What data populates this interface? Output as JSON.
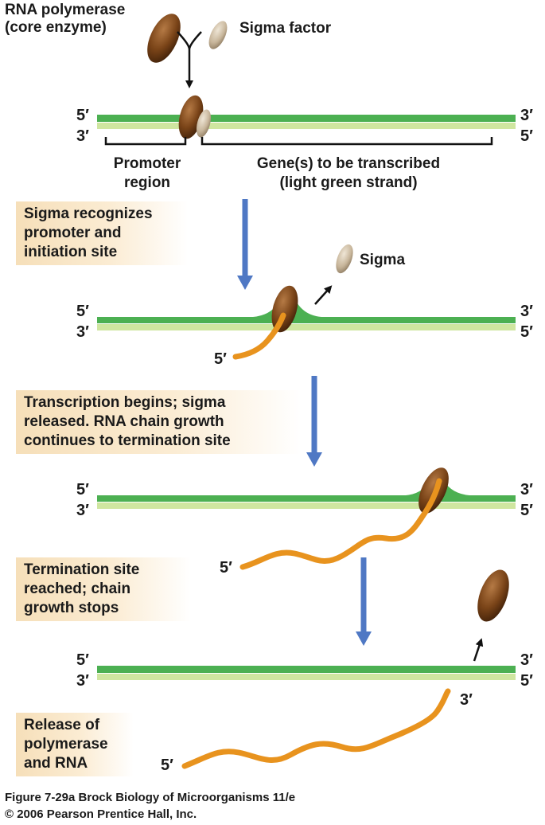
{
  "colors": {
    "dna_dark": "#4cb052",
    "dna_light": "#cfe6a0",
    "rna": "#e8931e",
    "polymerase": "#7a4418",
    "sigma": "#c7b59a",
    "arrow_blue": "#4f78c4",
    "box_tan": "#f6dfb9"
  },
  "labels": {
    "rna_polymerase": "RNA polymerase\n(core enzyme)",
    "sigma_factor": "Sigma factor",
    "sigma": "Sigma",
    "promoter": "Promoter\nregion",
    "genes": "Gene(s) to be transcribed\n(light green strand)",
    "five_prime": "5′",
    "three_prime": "3′"
  },
  "steps": [
    "Sigma recognizes\npromoter and\ninitiation site",
    "Transcription begins; sigma\nreleased. RNA chain growth\ncontinues to termination site",
    "Termination site\nreached; chain\ngrowth stops",
    "Release of\npolymerase\nand RNA"
  ],
  "caption": {
    "line1": "Figure 7-29a  Brock Biology of Microorganisms 11/e",
    "line2": "© 2006 Pearson Prentice Hall, Inc."
  }
}
